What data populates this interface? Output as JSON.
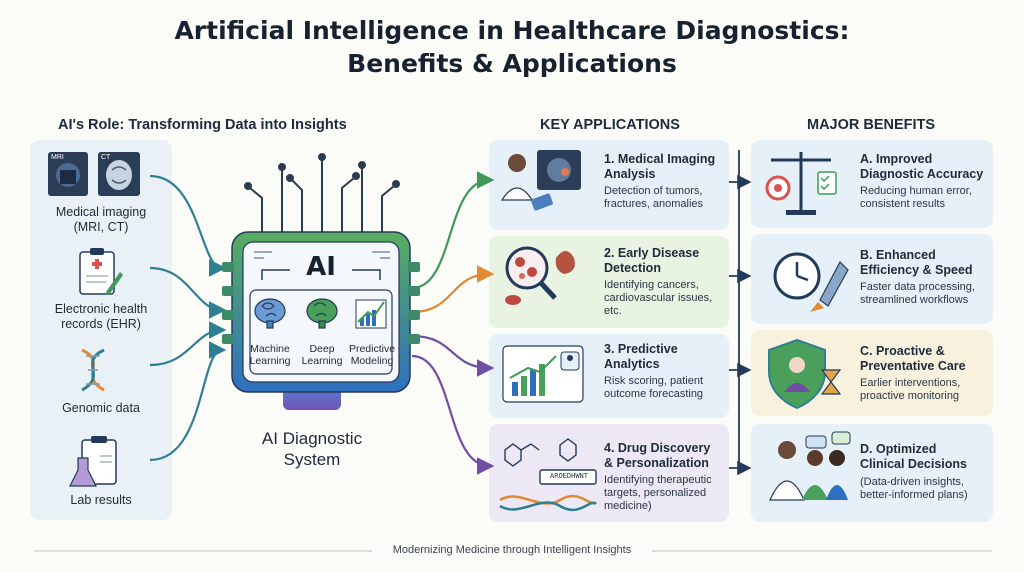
{
  "title_line1": "Artificial Intelligence in Healthcare Diagnostics:",
  "title_line2": "Benefits & Applications",
  "inputs_heading": "AI's Role: Transforming Data into Insights",
  "applications_heading": "KEY APPLICATIONS",
  "benefits_heading": "MAJOR BENEFITS",
  "inputs": [
    {
      "line1": "Medical imaging",
      "line2": "(MRI, CT)",
      "icon_tags": [
        "MRI",
        "CT"
      ]
    },
    {
      "line1": "Electronic health",
      "line2": "records (EHR)"
    },
    {
      "line1": "Genomic data"
    },
    {
      "line1": "Lab results"
    }
  ],
  "ai_system": {
    "chip_label": "AI",
    "modules": [
      {
        "line1": "Machine",
        "line2": "Learning"
      },
      {
        "line1": "Deep",
        "line2": "Learning"
      },
      {
        "line1": "Predictive",
        "line2": "Modeling"
      }
    ],
    "name_line1": "AI Diagnostic",
    "name_line2": "System"
  },
  "applications": [
    {
      "title1": "1. Medical Imaging",
      "title2": "Analysis",
      "desc1": "Detection of tumors,",
      "desc2": "fractures, anomalies",
      "desc3": ""
    },
    {
      "title1": "2. Early Disease",
      "title2": "Detection",
      "desc1": "Identifying cancers,",
      "desc2": "cardiovascular issues,",
      "desc3": "etc."
    },
    {
      "title1": "3. Predictive",
      "title2": "Analytics",
      "desc1": "Risk scoring, patient",
      "desc2": "outcome forecasting",
      "desc3": ""
    },
    {
      "title1": "4. Drug Discovery",
      "title2": "& Personalization",
      "desc1": "Identifying therapeutic",
      "desc2": "targets, personalized",
      "desc3": "medicine)",
      "screen_text": "AROEDHWNT"
    }
  ],
  "benefits": [
    {
      "title1": "A. Improved",
      "title2": "Diagnostic Accuracy",
      "desc1": "Reducing human error,",
      "desc2": "consistent results"
    },
    {
      "title1": "B. Enhanced",
      "title2": "Efficiency & Speed",
      "desc1": "Faster data processing,",
      "desc2": "streamlined workflows"
    },
    {
      "title1": "C. Proactive &",
      "title2": "Preventative Care",
      "desc1": "Earlier interventions,",
      "desc2": "proactive monitoring"
    },
    {
      "title1": "D. Optimized",
      "title2": "Clinical Decisions",
      "desc1": "(Data-driven insights,",
      "desc2": "better-informed plans)"
    }
  ],
  "footer": "Modernizing Medicine through Intelligent Insights",
  "colors": {
    "teal": "#2e7f92",
    "green": "#3f9a5a",
    "orange": "#e08a33",
    "purple": "#6f4fa3",
    "navy": "#243a5a",
    "chip_green": "#4aa05a",
    "chip_blue": "#2f6fc0",
    "card_blue": "#e6f0f8",
    "card_green": "#e8f3e2",
    "card_purple": "#ece8f5",
    "card_yellow": "#f7f1de"
  }
}
